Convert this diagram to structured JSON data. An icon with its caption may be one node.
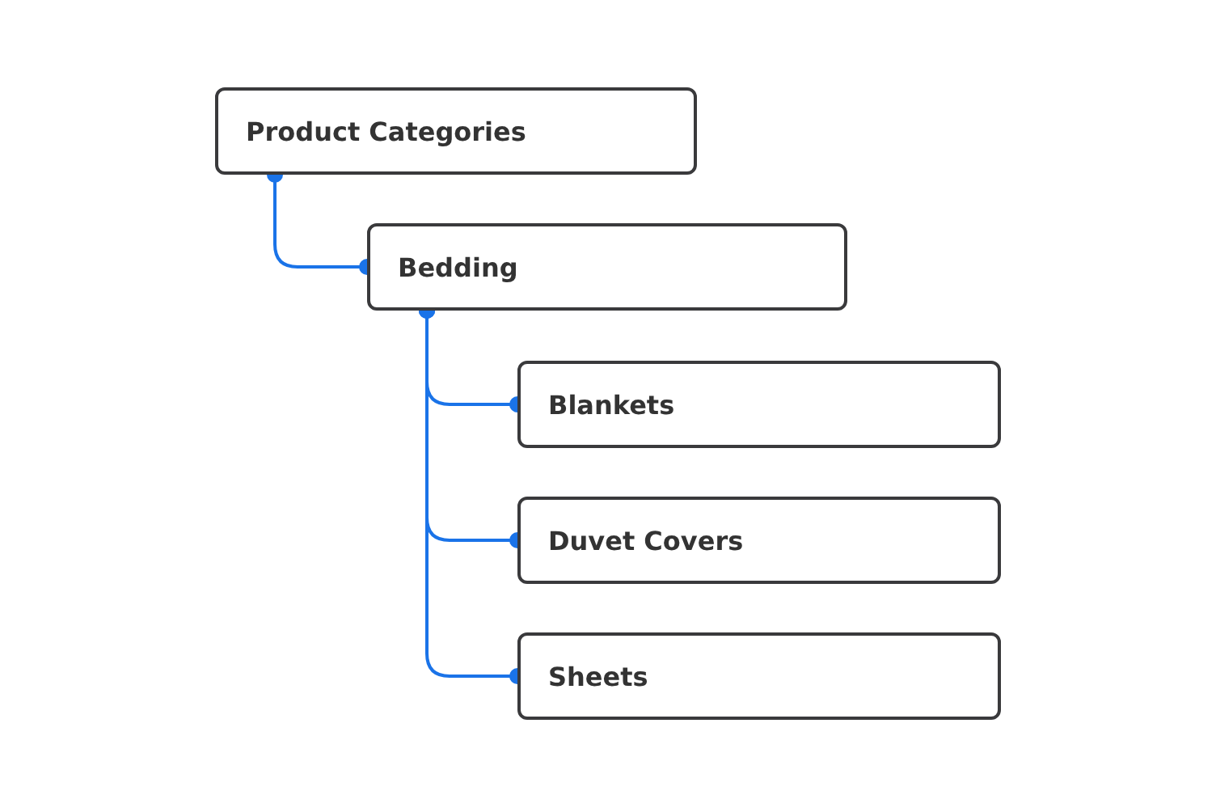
{
  "diagram": {
    "nodes": [
      {
        "text": [
          "Product Categories"
        ]
      },
      {
        "text": [
          "Bedding"
        ]
      },
      {
        "text": [
          "Blankets"
        ]
      },
      {
        "text": [
          "Duvet Covers"
        ]
      },
      {
        "text": [
          "Sheets"
        ]
      }
    ],
    "edges": [
      {
        "from": 0,
        "to": 1,
        "arrow": "other"
      },
      {
        "from": 1,
        "to": 2,
        "arrow": "other"
      },
      {
        "from": 1,
        "to": 3,
        "arrow": "other"
      },
      {
        "from": 1,
        "to": 4,
        "arrow": "other"
      }
    ]
  }
}
